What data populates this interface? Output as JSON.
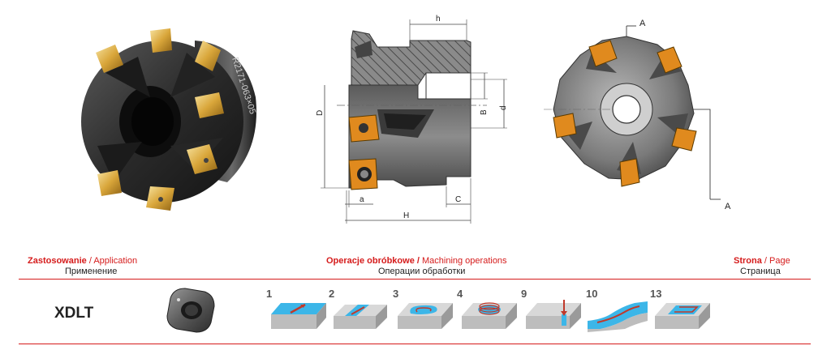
{
  "drawing": {
    "labels": {
      "h": "h",
      "D": "D",
      "B": "B",
      "d": "d",
      "a": "a",
      "C": "C",
      "H": "H",
      "section_top": "A",
      "section_bottom": "A"
    },
    "cutter_marking": "R2171-063×05"
  },
  "header": {
    "application": {
      "pl": "Zastosowanie",
      "en": "/ Application",
      "ru": "Применение"
    },
    "operations": {
      "pl": "Operacje obróbkowe /",
      "en": "Machining operations",
      "ru": "Операции обработки"
    },
    "page": {
      "pl": "Strona",
      "en": "/ Page",
      "ru": "Страница"
    }
  },
  "insert_code": "XDLT",
  "operations": [
    {
      "number": "1",
      "icon": "face-milling-icon"
    },
    {
      "number": "2",
      "icon": "slot-milling-icon"
    },
    {
      "number": "3",
      "icon": "pocket-milling-icon"
    },
    {
      "number": "4",
      "icon": "helical-interpolation-icon"
    },
    {
      "number": "9",
      "icon": "plunge-milling-icon"
    },
    {
      "number": "10",
      "icon": "profile-milling-icon"
    },
    {
      "number": "13",
      "icon": "contour-pocket-icon"
    }
  ],
  "colors": {
    "accent": "#d51b1b",
    "insert": "#e08a1e",
    "work_blue": "#3cb6e8",
    "steel": "#6e6e6e"
  }
}
